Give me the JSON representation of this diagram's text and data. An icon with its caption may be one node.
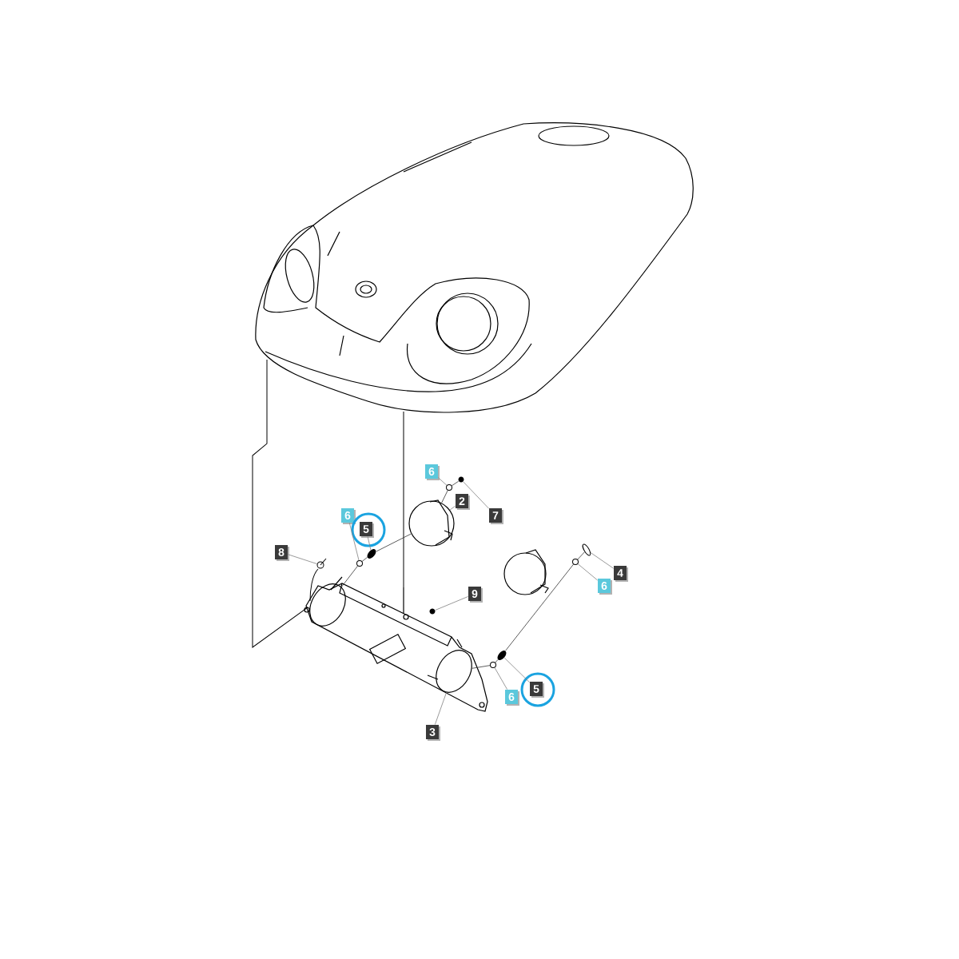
{
  "diagram": {
    "nodes": [
      {
        "text": [
          "6"
        ]
      },
      {
        "text": [
          "2"
        ]
      },
      {
        "text": [
          "7"
        ]
      },
      {
        "text": [
          "6"
        ]
      },
      {
        "text": [
          "5"
        ]
      },
      {
        "text": [
          "8"
        ]
      },
      {
        "text": [
          "4"
        ]
      },
      {
        "text": [
          "6"
        ]
      },
      {
        "text": [
          "9"
        ]
      },
      {
        "text": [
          "6"
        ]
      },
      {
        "text": [
          "5"
        ]
      },
      {
        "text": [
          "3"
        ]
      },
      {
        "text": [],
        "shape": "circle"
      },
      {
        "text": [],
        "shape": "picture"
      },
      {
        "text": [],
        "shape": "circle"
      },
      {
        "text": [],
        "shape": "picture"
      },
      {
        "text": [],
        "shape": "circle"
      },
      {
        "text": [],
        "shape": "picture"
      },
      {
        "text": [],
        "shape": "circle"
      },
      {
        "text": [],
        "shape": "picture"
      },
      {
        "text": [],
        "shape": "circle"
      },
      {
        "text": [],
        "shape": "circle"
      },
      {
        "text": [],
        "shape": "picture"
      },
      {
        "text": [],
        "shape": "picture"
      },
      {
        "text": [],
        "shape": "picture"
      }
    ],
    "edges": [
      {
        "from": 0,
        "to": 12,
        "arrow": "none"
      },
      {
        "from": 1,
        "to": 13,
        "arrow": "none"
      },
      {
        "from": 2,
        "to": 14,
        "arrow": "none"
      },
      {
        "from": 3,
        "to": 16,
        "arrow": "none"
      },
      {
        "from": 4,
        "to": 15,
        "arrow": "none"
      },
      {
        "from": 5,
        "to": 17,
        "arrow": "none"
      },
      {
        "from": 6,
        "to": 19,
        "arrow": "none"
      },
      {
        "from": 7,
        "to": 18,
        "arrow": "none"
      },
      {
        "from": 8,
        "to": 20,
        "arrow": "none"
      },
      {
        "from": 9,
        "to": 21,
        "arrow": "none"
      },
      {
        "from": 10,
        "to": 22,
        "arrow": "none"
      },
      {
        "from": 11,
        "to": 24,
        "arrow": "none"
      },
      {
        "from": 23,
        "to": 16,
        "arrow": "none",
        "color": "#333333"
      },
      {
        "from": 16,
        "to": 15,
        "arrow": "none",
        "color": "#333333"
      },
      {
        "from": 15,
        "to": 13,
        "arrow": "none",
        "color": "#333333"
      },
      {
        "from": 13,
        "to": 12,
        "arrow": "none",
        "color": "#333333"
      },
      {
        "from": 12,
        "to": 14,
        "arrow": "none",
        "color": "#333333"
      },
      {
        "from": 24,
        "to": 21,
        "arrow": "none",
        "color": "#333333"
      },
      {
        "from": 21,
        "to": 22,
        "arrow": "none",
        "color": "#333333"
      },
      {
        "from": 22,
        "to": 18,
        "arrow": "none",
        "color": "#333333"
      },
      {
        "from": 18,
        "to": 19,
        "arrow": "none",
        "color": "#333333"
      }
    ]
  }
}
